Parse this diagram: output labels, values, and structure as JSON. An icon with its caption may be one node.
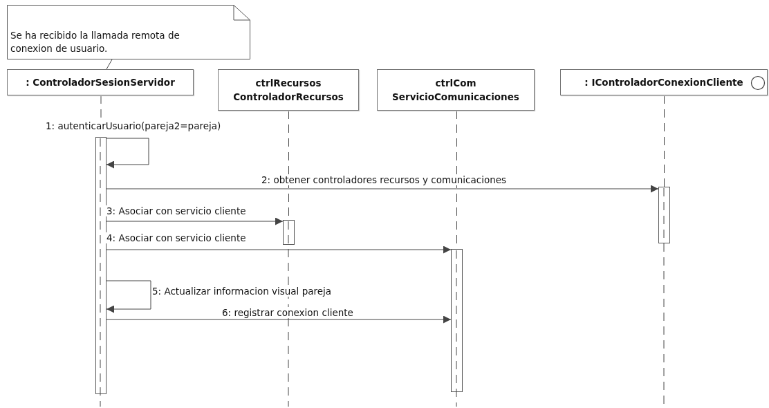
{
  "diagram": {
    "nodes": [
      {
        "text": [
          "Se ha recibido la llamada remota de conexion de usuario."
        ]
      },
      {
        "text": [
          ": ControladorSesionServidor"
        ]
      },
      {
        "text": [
          "ctrlRecursos ControladorRecursos"
        ]
      },
      {
        "text": [
          "ctrlCom ServicioComunicaciones"
        ]
      },
      {
        "text": [
          ": IControladorConexionCliente"
        ]
      },
      {
        "text": [],
        "shape": "bar"
      },
      {
        "text": [],
        "shape": "bar"
      },
      {
        "text": [],
        "shape": "bar"
      },
      {
        "text": [],
        "shape": "bar"
      }
    ],
    "edges": [
      {
        "from": 0,
        "to": 1,
        "arrow": "none"
      },
      {
        "from": 1,
        "to": 5,
        "arrow": "none",
        "style": "dashed"
      },
      {
        "from": 2,
        "to": 6,
        "arrow": "none",
        "style": "dashed"
      },
      {
        "from": 3,
        "to": 7,
        "arrow": "none",
        "style": "dashed"
      },
      {
        "from": 4,
        "to": 8,
        "arrow": "none",
        "style": "dashed"
      },
      {
        "from": 5,
        "to": 5,
        "arrow": "to",
        "label": "1: autenticarUsuario(pareja2=pareja)"
      },
      {
        "from": 5,
        "to": 8,
        "arrow": "to",
        "label": "2: obtener controladores recursos y comunicaciones"
      },
      {
        "from": 5,
        "to": 6,
        "arrow": "to",
        "label": "3: Asociar con servicio cliente"
      },
      {
        "from": 5,
        "to": 7,
        "arrow": "to",
        "label": "4: Asociar con servicio cliente"
      },
      {
        "from": 5,
        "to": 5,
        "arrow": "to",
        "label": "5: Actualizar informacion visual pareja"
      },
      {
        "from": 5,
        "to": 7,
        "arrow": "to",
        "label": "6: registrar conexion cliente"
      }
    ]
  }
}
